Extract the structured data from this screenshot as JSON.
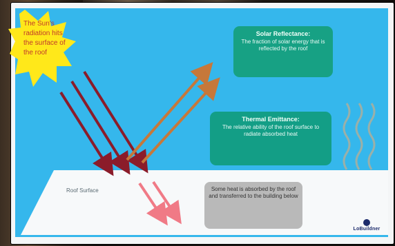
{
  "slide": {
    "sun_text": "The Sun's radiation hits the surface of the roof",
    "solar_reflectance": {
      "title": "Solar Reflectance:",
      "body": "The fraction of solar energy that is reflected by the roof"
    },
    "thermal_emittance": {
      "title": "Thermal Emittance:",
      "body": "The relative ability of the roof surface to radiate absorbed heat"
    },
    "absorbed_heat": {
      "body": "Some heat is absorbed by the roof and transferred to the building below"
    },
    "roof_surface_label": "Roof Surface",
    "logo_text": "LoBuildner"
  },
  "colors": {
    "sky": "#35b7ec",
    "sun": "#ffe81a",
    "incoming_arrow": "#8b1c2a",
    "reflected_arrow": "#c6783a",
    "absorbed_arrow": "#f07a86",
    "wave": "#9bb0a8",
    "callout_green": "#17a184",
    "callout_gray": "#b9b9b9"
  },
  "icons": {
    "sun": "sun-icon",
    "waves": "heat-waves-icon",
    "logo": "lobuildner-logo"
  }
}
